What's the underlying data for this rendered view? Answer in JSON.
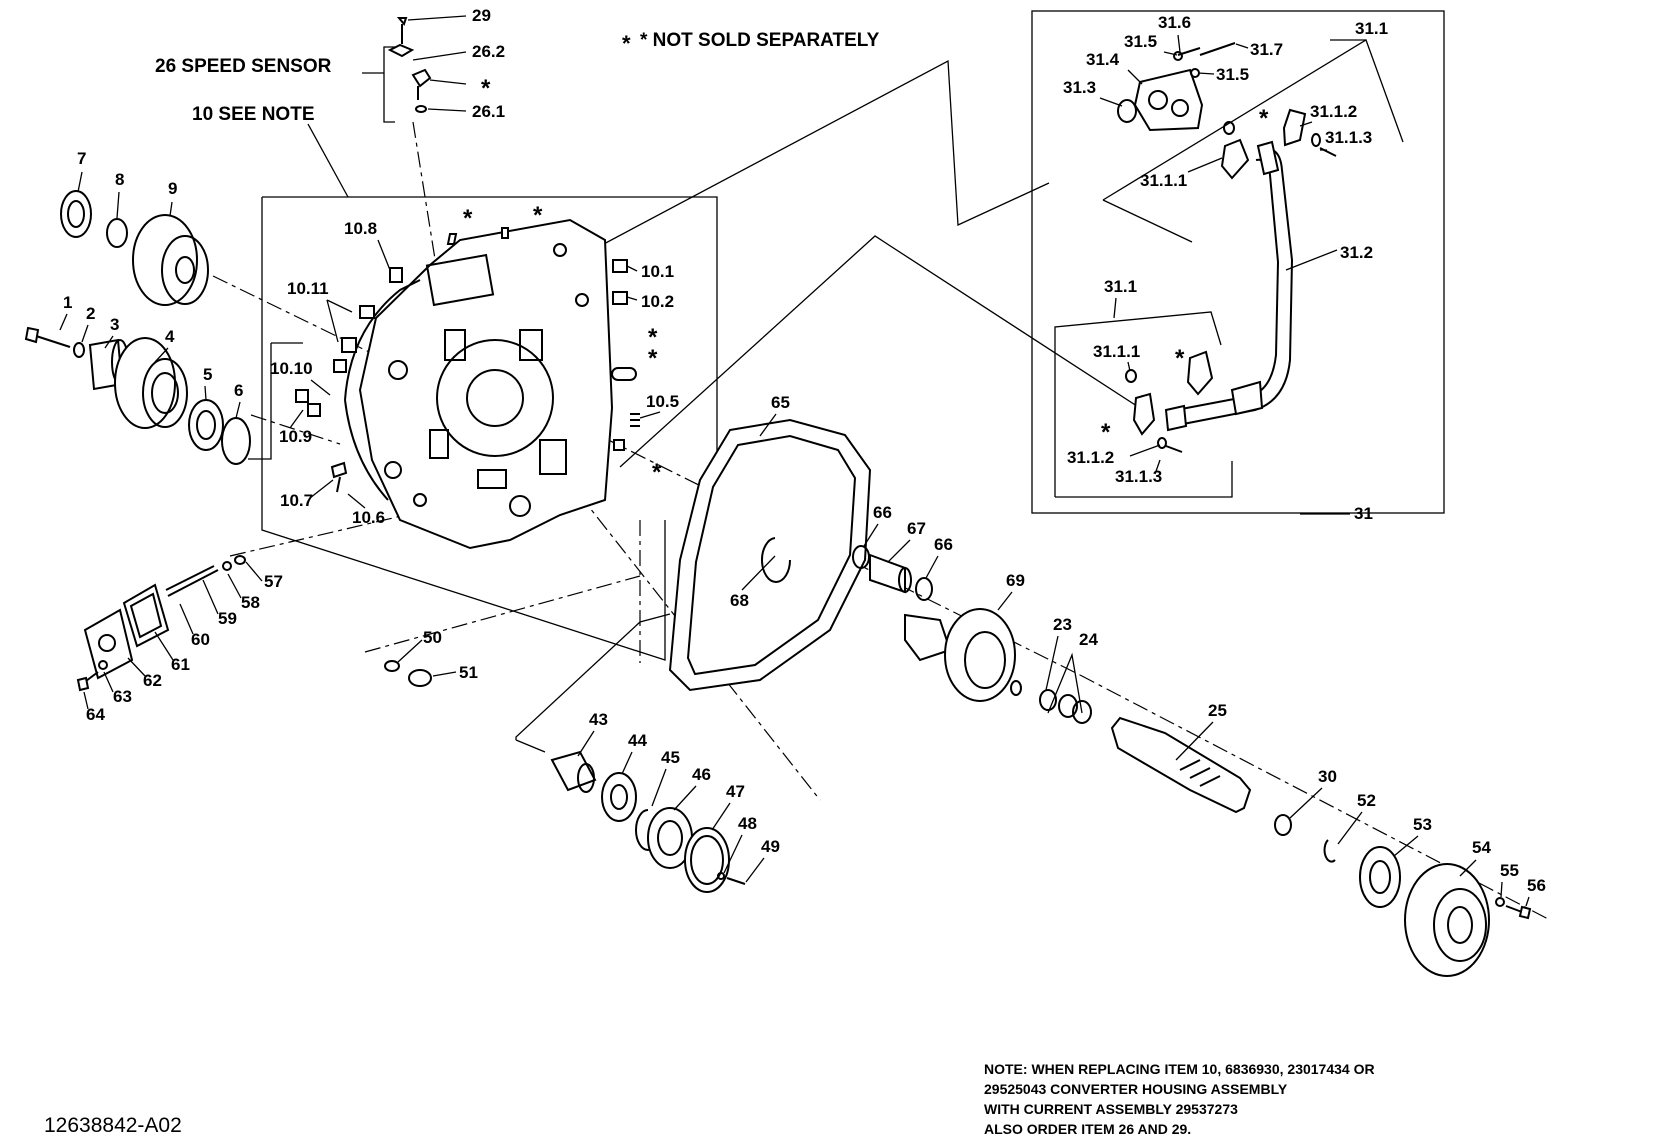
{
  "doc_id": "12638842-A02",
  "header": {
    "not_sold_separately": "* NOT SOLD SEPARATELY",
    "speed_sensor": "26 SPEED SENSOR",
    "see_note": "10 SEE NOTE"
  },
  "note": {
    "line1": "NOTE: WHEN REPLACING ITEM 10, 6836930, 23017434 OR",
    "line2": "29525043 CONVERTER HOUSING ASSEMBLY",
    "line3": "WITH CURRENT ASSEMBLY 29537273",
    "line4": "ALSO ORDER ITEM 26 AND 29."
  },
  "callouts": {
    "c1": "1",
    "c2": "2",
    "c3": "3",
    "c4": "4",
    "c5": "5",
    "c6": "6",
    "c7": "7",
    "c8": "8",
    "c9": "9",
    "c10_1": "10.1",
    "c10_2": "10.2",
    "c10_5": "10.5",
    "c10_6": "10.6",
    "c10_7": "10.7",
    "c10_8": "10.8",
    "c10_9": "10.9",
    "c10_10": "10.10",
    "c10_11": "10.11",
    "c23": "23",
    "c24": "24",
    "c25": "25",
    "c26_1": "26.1",
    "c26_2": "26.2",
    "c29": "29",
    "c30": "30",
    "c31": "31",
    "c31_1a": "31.1",
    "c31_1b": "31.1",
    "c31_1_1a": "31.1.1",
    "c31_1_1b": "31.1.1",
    "c31_1_2a": "31.1.2",
    "c31_1_2b": "31.1.2",
    "c31_1_3a": "31.1.3",
    "c31_1_3b": "31.1.3",
    "c31_2": "31.2",
    "c31_3": "31.3",
    "c31_4": "31.4",
    "c31_5a": "31.5",
    "c31_5b": "31.5",
    "c31_6": "31.6",
    "c31_7": "31.7",
    "c43": "43",
    "c44": "44",
    "c45": "45",
    "c46": "46",
    "c47": "47",
    "c48": "48",
    "c49": "49",
    "c50": "50",
    "c51": "51",
    "c52": "52",
    "c53": "53",
    "c54": "54",
    "c55": "55",
    "c56": "56",
    "c57": "57",
    "c58": "58",
    "c59": "59",
    "c60": "60",
    "c61": "61",
    "c62": "62",
    "c63": "63",
    "c64": "64",
    "c65": "65",
    "c66a": "66",
    "c66b": "66",
    "c67": "67",
    "c68": "68",
    "c69": "69"
  },
  "asterisk": "*"
}
